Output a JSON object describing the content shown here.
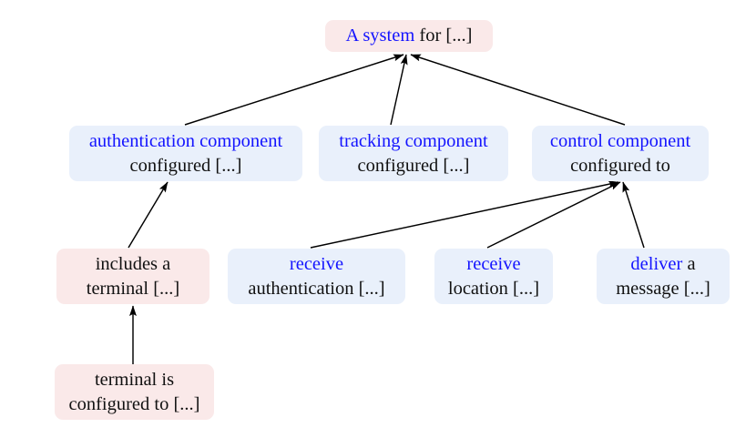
{
  "diagram": {
    "type": "tree",
    "title": "",
    "colors": {
      "node_pink_bg": "#fae9e9",
      "node_blue_bg": "#e9f0fb",
      "keyword_text": "#1414ff",
      "body_text": "#111111",
      "edge_stroke": "#000000"
    },
    "nodes": [
      {
        "id": "root",
        "style": "pink",
        "lines": [
          {
            "keyword": "A system",
            "rest": " for [...]"
          }
        ]
      },
      {
        "id": "auth-component",
        "style": "blue",
        "lines": [
          {
            "keyword": "authentication component",
            "rest": ""
          },
          {
            "keyword": "",
            "rest": "configured [...]"
          }
        ]
      },
      {
        "id": "tracking-component",
        "style": "blue",
        "lines": [
          {
            "keyword": "tracking component",
            "rest": ""
          },
          {
            "keyword": "",
            "rest": "configured [...]"
          }
        ]
      },
      {
        "id": "control-component",
        "style": "blue",
        "lines": [
          {
            "keyword": "control component",
            "rest": ""
          },
          {
            "keyword": "",
            "rest": "configured to"
          }
        ]
      },
      {
        "id": "includes-terminal",
        "style": "pink",
        "lines": [
          {
            "keyword": "",
            "rest": "includes a"
          },
          {
            "keyword": "",
            "rest": "terminal [...]"
          }
        ]
      },
      {
        "id": "receive-authentication",
        "style": "blue",
        "lines": [
          {
            "keyword": "receive",
            "rest": ""
          },
          {
            "keyword": "",
            "rest": "authentication [...]"
          }
        ]
      },
      {
        "id": "receive-location",
        "style": "blue",
        "lines": [
          {
            "keyword": "receive",
            "rest": ""
          },
          {
            "keyword": "",
            "rest": "location [...]"
          }
        ]
      },
      {
        "id": "deliver-message",
        "style": "blue",
        "lines": [
          {
            "keyword": "deliver",
            "rest": " a"
          },
          {
            "keyword": "",
            "rest": "message [...]"
          }
        ]
      },
      {
        "id": "terminal-configured",
        "style": "pink",
        "lines": [
          {
            "keyword": "",
            "rest": "terminal is"
          },
          {
            "keyword": "",
            "rest": "configured to [...]"
          }
        ]
      }
    ],
    "edges": [
      {
        "from": "auth-component",
        "to": "root"
      },
      {
        "from": "tracking-component",
        "to": "root"
      },
      {
        "from": "control-component",
        "to": "root"
      },
      {
        "from": "includes-terminal",
        "to": "auth-component"
      },
      {
        "from": "receive-authentication",
        "to": "control-component"
      },
      {
        "from": "receive-location",
        "to": "control-component"
      },
      {
        "from": "deliver-message",
        "to": "control-component"
      },
      {
        "from": "terminal-configured",
        "to": "includes-terminal"
      }
    ]
  }
}
